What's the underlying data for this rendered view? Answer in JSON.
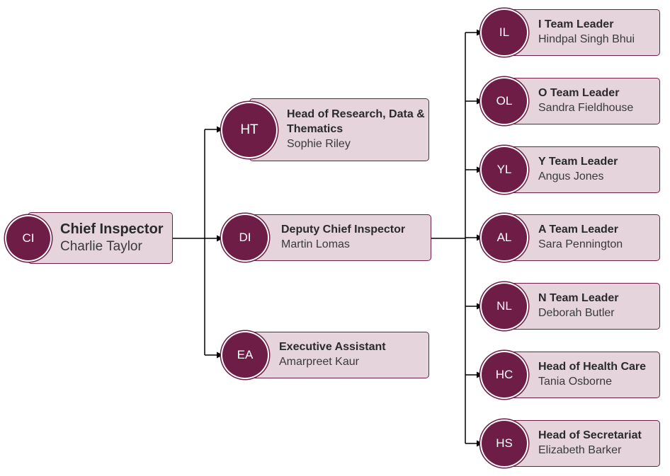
{
  "colors": {
    "accent": "#6e1d47",
    "card_fill": "#e5d4dc",
    "line": "#000000"
  },
  "root": {
    "initials": "CI",
    "title": "Chief Inspector",
    "name": "Charlie Taylor"
  },
  "level1": [
    {
      "initials": "HT",
      "title": "Head of Research, Data & Thematics",
      "name": "Sophie Riley"
    },
    {
      "initials": "DI",
      "title": "Deputy Chief Inspector",
      "name": "Martin Lomas"
    },
    {
      "initials": "EA",
      "title": "Executive Assistant",
      "name": "Amarpreet Kaur"
    }
  ],
  "level2": [
    {
      "initials": "IL",
      "title": "I Team Leader",
      "name": "Hindpal Singh Bhui"
    },
    {
      "initials": "OL",
      "title": "O Team Leader",
      "name": "Sandra Fieldhouse"
    },
    {
      "initials": "YL",
      "title": "Y Team Leader",
      "name": "Angus Jones"
    },
    {
      "initials": "AL",
      "title": "A Team Leader",
      "name": "Sara Pennington"
    },
    {
      "initials": "NL",
      "title": "N Team Leader",
      "name": "Deborah Butler"
    },
    {
      "initials": "HC",
      "title": "Head of Health Care",
      "name": "Tania Osborne"
    },
    {
      "initials": "HS",
      "title": "Head of Secretariat",
      "name": "Elizabeth Barker"
    }
  ]
}
